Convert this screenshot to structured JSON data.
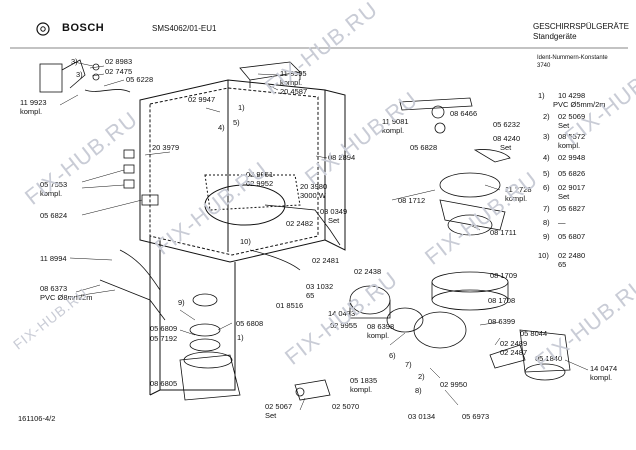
{
  "header": {
    "brand": "BOSCH",
    "model": "SMS4062/01-EU1",
    "category": "GESCHIRRSPÜLGERÄTE",
    "subcategory": "Standgeräte",
    "ident_label": "Ident-Nummern-Konstante",
    "ident_value": "3740"
  },
  "footer_code": "161106-4/2",
  "watermark": "FIX-HUB.RU",
  "callouts": {
    "p_3a": "3)",
    "p_3b": "3)",
    "p_028983": "02 8983",
    "p_027475": "02 7475",
    "p_056228": "05 6228",
    "p_119923": "11 9923",
    "p_kompl_119923": "kompl.",
    "p_029947": "02 9947",
    "p_118995": "11 8995",
    "p_kompl_118995": "kompl.",
    "p_204587": "20 4587",
    "p_1": "1)",
    "p_5": "5)",
    "p_4": "4)",
    "p_203979": "20 3979",
    "p_029951": "02 9951",
    "p_029952": "02 9952",
    "p_082894": "08 2894",
    "p_057553": "05 7553",
    "p_kompl_057553": "kompl.",
    "p_056824": "05 6824",
    "p_203980": "20 3980",
    "p_3000w": "3000 W",
    "p_030349": "03 0349",
    "p_set_030349": "Set",
    "p_118994": "11 8994",
    "p_10": "10)",
    "p_022482": "02 2482",
    "p_022481": "02 2481",
    "p_022438": "02 2438",
    "p_086373": "08 6373",
    "p_pvc8": "PVC Ø8mm/2m",
    "p_9": "9)",
    "p_031032": "03 1032",
    "p_65a": "65",
    "p_018516": "01 8516",
    "p_056809": "05 6809",
    "p_057192": "05 7192",
    "p_056808": "05 6808",
    "p_1b": "1)",
    "p_140473": "14 0473",
    "p_029955": "02 9955",
    "p_086398": "08 6398",
    "p_kompl_086398": "kompl.",
    "p_086805": "08 6805",
    "p_051835": "05 1835",
    "p_kompl_051835": "kompl.",
    "p_025067": "02 5067",
    "p_set_025067": "Set",
    "p_025070": "02 5070",
    "p_030134": "03 0134",
    "p_086466": "08 6466",
    "p_119081": "11 9081",
    "p_kompl_119081": "kompl.",
    "p_056232": "05 6232",
    "p_084240": "08 4240",
    "p_set_084240": "Set",
    "p_056828": "05 6828",
    "p_081712": "08 1712",
    "p_112728": "11 2728",
    "p_kompl_112728": "kompl.",
    "p_081711": "08 1711",
    "p_081709": "08 1709",
    "p_081708": "08 1708",
    "p_086399": "08 6399",
    "p_058044": "05 8044",
    "p_022489": "02 2489",
    "p_022487": "02 2487",
    "p_051840": "05 1840",
    "p_140474": "14 0474",
    "p_kompl_140474": "kompl.",
    "p_029950": "02 9950",
    "p_056973": "05 6973",
    "p_6": "6)",
    "p_7": "7)",
    "p_2": "2)",
    "p_8": "8)"
  },
  "legend": [
    {
      "n": "1)",
      "code": "10 4298",
      "note": "PVC Ø5mm/2m"
    },
    {
      "n": "2)",
      "code": "02 5069",
      "note": "Set"
    },
    {
      "n": "3)",
      "code": "08 5572",
      "note": "kompl."
    },
    {
      "n": "4)",
      "code": "02 9948",
      "note": ""
    },
    {
      "n": "5)",
      "code": "05 6826",
      "note": ""
    },
    {
      "n": "6)",
      "code": "02 9017",
      "note": "Set"
    },
    {
      "n": "7)",
      "code": "05 6827",
      "note": ""
    },
    {
      "n": "8)",
      "code": "—",
      "note": ""
    },
    {
      "n": "9)",
      "code": "05 6807",
      "note": ""
    },
    {
      "n": "10)",
      "code": "02 2480",
      "note": "65"
    }
  ]
}
